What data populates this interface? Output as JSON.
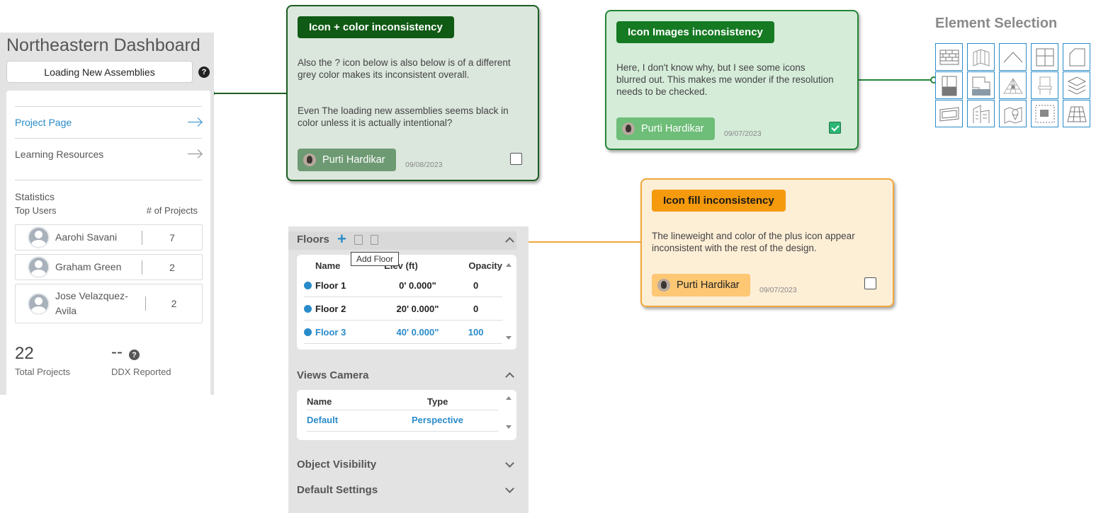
{
  "dashboard": {
    "title": "Northeastern Dashboard",
    "loading_button": "Loading New Assemblies",
    "help_glyph": "?",
    "nav": [
      {
        "label": "Project Page",
        "active": true
      },
      {
        "label": "Learning Resources",
        "active": false
      }
    ],
    "statistics_label": "Statistics",
    "top_users_label": "Top Users",
    "projects_label": "# of Projects",
    "users": [
      {
        "name": "Aarohi Savani",
        "count": "7"
      },
      {
        "name": "Graham Green",
        "count": "2"
      },
      {
        "name": "Jose Velazquez-Avila",
        "count": "2"
      }
    ],
    "total_projects_value": "22",
    "total_projects_label": "Total Projects",
    "ddx_value": "--",
    "ddx_label": "DDX Reported"
  },
  "cards": [
    {
      "title": "Icon + color inconsistency",
      "body1": "Also the ? icon below is also below is of a different grey color makes its inconsistent overall.",
      "body2": "Even The loading new assemblies seems black in color unless it is actually intentional?",
      "author": "Purti Hardikar",
      "date": "09/08/2023",
      "checked": false,
      "badge_color": "#0f5a14"
    },
    {
      "title": "Icon Images inconsistency",
      "body1": "Here, I don't know why, but I see some icons blurred out. This makes me wonder if the resolution needs to be checked.",
      "author": "Purti Hardikar",
      "date": "09/07/2023",
      "checked": true,
      "badge_color": "#167a23"
    },
    {
      "title": "Icon fill inconsistency",
      "body1": "The lineweight and color of the plus icon appear inconsistent with the rest of the design.",
      "author": "Purti Hardikar",
      "date": "09/07/2023",
      "checked": false,
      "badge_color": "#f59a0c"
    }
  ],
  "element_selection": {
    "title": "Element Selection",
    "icons": [
      "brick-wall-icon",
      "curtain-wall-icon",
      "roof-icon",
      "window-icon",
      "door-frame-icon",
      "door-icon",
      "stair-icon",
      "floor-grid-icon",
      "chair-icon",
      "layers-icon",
      "panel-icon",
      "building-icon",
      "map-pin-icon",
      "dashed-region-icon",
      "perspective-grid-icon"
    ],
    "accent": "#2a8bc9"
  },
  "floors_panel": {
    "title": "Floors",
    "plus_glyph": "+",
    "tooltip": "Add Floor",
    "columns": [
      "Name",
      "Elev (ft)",
      "Opacity"
    ],
    "rows": [
      {
        "name": "Floor 1",
        "elev": "0' 0.000\"",
        "opacity": "0",
        "selected": false
      },
      {
        "name": "Floor 2",
        "elev": "20' 0.000\"",
        "opacity": "0",
        "selected": false
      },
      {
        "name": "Floor 3",
        "elev": "40' 0.000\"",
        "opacity": "100",
        "selected": true
      }
    ],
    "views_title": "Views Camera",
    "views_columns": [
      "Name",
      "Type"
    ],
    "views_rows": [
      {
        "name": "Default",
        "type": "Perspective"
      }
    ],
    "object_visibility": "Object Visibility",
    "default_settings": "Default Settings"
  }
}
